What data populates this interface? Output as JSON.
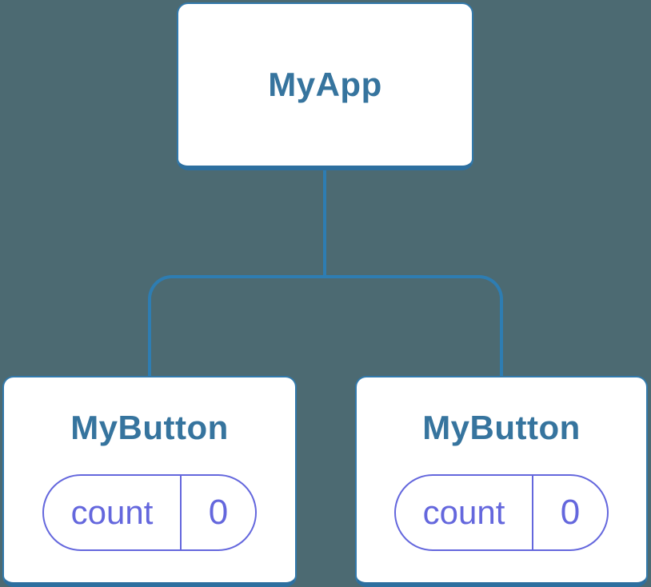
{
  "diagram": {
    "type": "component-tree",
    "root": {
      "label": "MyApp"
    },
    "children": [
      {
        "label": "MyButton",
        "state": {
          "key": "count",
          "value": "0"
        }
      },
      {
        "label": "MyButton",
        "state": {
          "key": "count",
          "value": "0"
        }
      }
    ]
  },
  "colors": {
    "background": "#4c6a72",
    "card_bg": "#ffffff",
    "card_border": "#3279ab",
    "card_bottom": "#2d6f9f",
    "connector": "#2e7db2",
    "title_text": "#36749e",
    "state_accent": "#6467dd"
  }
}
